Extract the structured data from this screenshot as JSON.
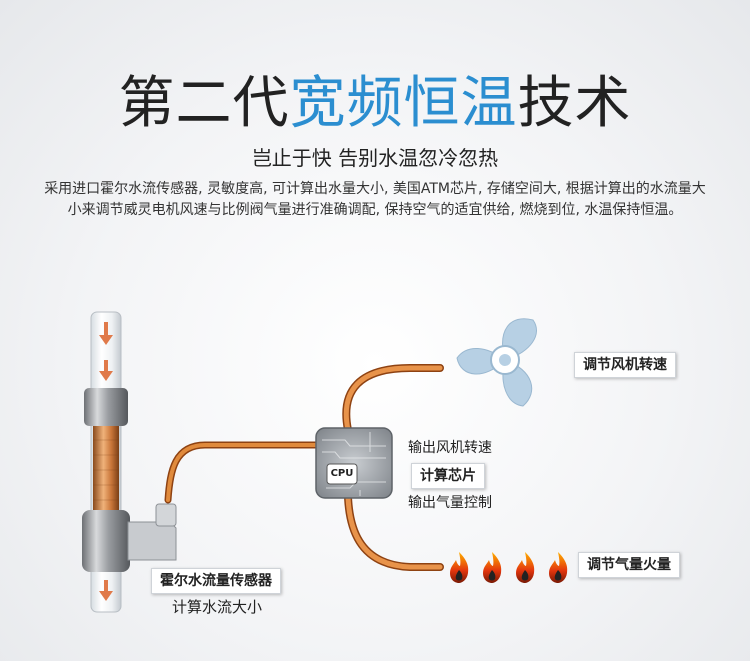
{
  "title": {
    "prefix": "第二代",
    "highlight": "宽频恒温",
    "suffix": "技术"
  },
  "subtitle": "岂止于快  告别水温忽冷忽热",
  "description": "采用进口霍尔水流传感器, 灵敏度高, 可计算出水量大小, 美国ATM芯片, 存储空间大, 根据计算出的水流量大小来调节威灵电机风速与比例阀气量进行准确调配, 保持空气的适宜供给, 燃烧到位, 水温保持恒温。",
  "cpu": {
    "chip_text": "CPU",
    "label": "计算芯片",
    "output_fan": "输出风机转速",
    "output_gas": "输出气量控制"
  },
  "fan": {
    "label": "调节风机转速",
    "icon": "fan-icon"
  },
  "flame": {
    "label": "调节气量火量",
    "icon": "flame-icon",
    "count": 4
  },
  "sensor": {
    "label": "霍尔水流量传感器",
    "caption": "计算水流大小"
  },
  "colors": {
    "accent": "#2b8ed0",
    "copper": "#d9762b",
    "fan_blue": "#b7d0e4"
  }
}
